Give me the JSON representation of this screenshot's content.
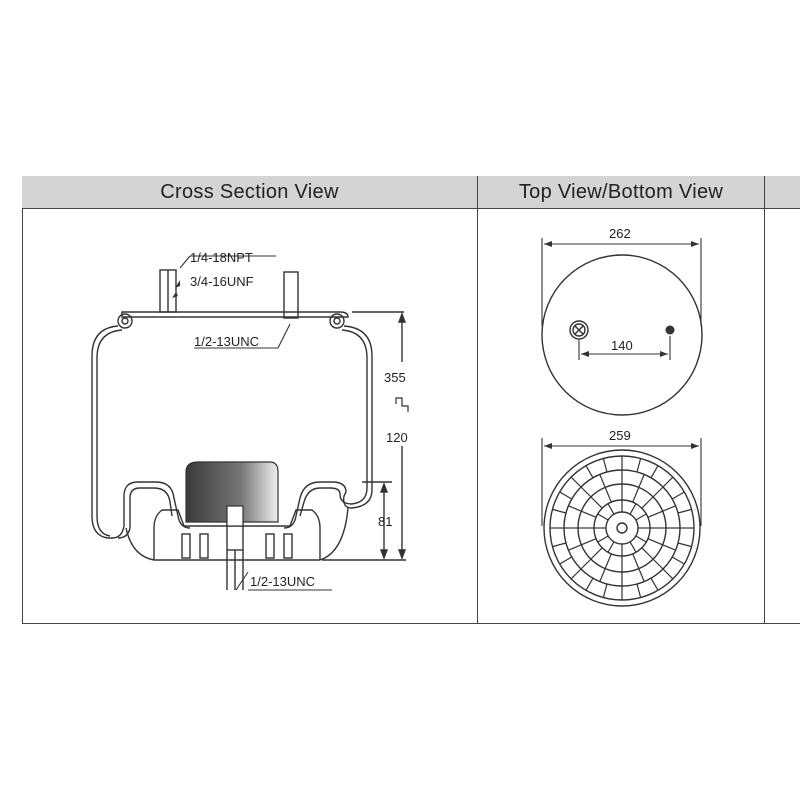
{
  "panels": {
    "cross_section": {
      "title": "Cross Section View",
      "labels": {
        "npt": "1/4-18NPT",
        "unf": "3/4-16UNF",
        "unc_top": "1/2-13UNC",
        "unc_bottom": "1/2-13UNC",
        "dim_355": "355",
        "dim_120": "120",
        "dim_81": "81"
      }
    },
    "top_bottom": {
      "title": "Top View/Bottom View",
      "labels": {
        "dim_262": "262",
        "dim_140": "140",
        "dim_259": "259"
      }
    }
  },
  "colors": {
    "header_bg": "#d4d4d4",
    "line": "#333333",
    "piston": "#3a3a3a"
  }
}
